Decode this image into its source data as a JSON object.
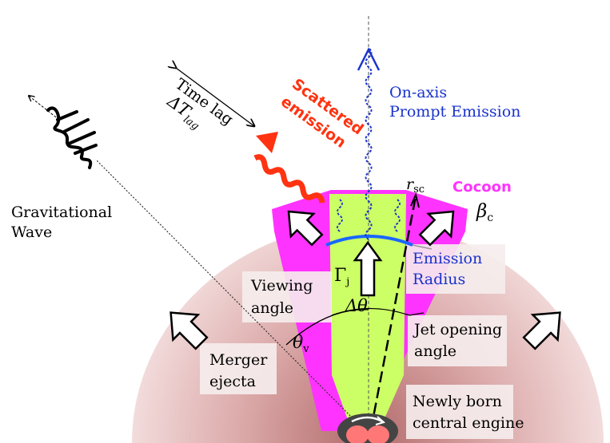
{
  "labels": {
    "time_lag": "Time lag",
    "delta_t_lag": "ΔT",
    "delta_t_lag_sub": "lag",
    "scattered_line1": "Scattered",
    "scattered_line2": "emission",
    "onaxis_line1": "On-axis",
    "onaxis_line2": "Prompt Emission",
    "gw_line1": "Gravitational",
    "gw_line2": "Wave",
    "r_sc": "r",
    "r_sc_sub": "sc",
    "cocoon": "Cocoon",
    "beta_c": "β",
    "beta_c_sub": "c",
    "emission_line1": "Emission",
    "emission_line2": "Radius",
    "gamma_j": "Γ",
    "gamma_j_sub": "j",
    "viewing_line1": "Viewing",
    "viewing_line2": "angle",
    "delta_theta": "Δθ",
    "jet_open_line1": "Jet opening",
    "jet_open_line2": "angle",
    "theta_v": "θ",
    "theta_v_sub": "v",
    "merger_line1": "Merger",
    "merger_line2": "ejecta",
    "engine_line1": "Newly born",
    "engine_line2": "central engine"
  },
  "colors": {
    "ejecta_inner": "#b36b6b",
    "ejecta_outer": "#f3dcdc",
    "cocoon": "#ff33ff",
    "jet": "#ccff66",
    "onaxis": "#1a33cc",
    "scattered": "#ff3311",
    "emission_radius": "#1a66ff",
    "black": "#000000"
  }
}
